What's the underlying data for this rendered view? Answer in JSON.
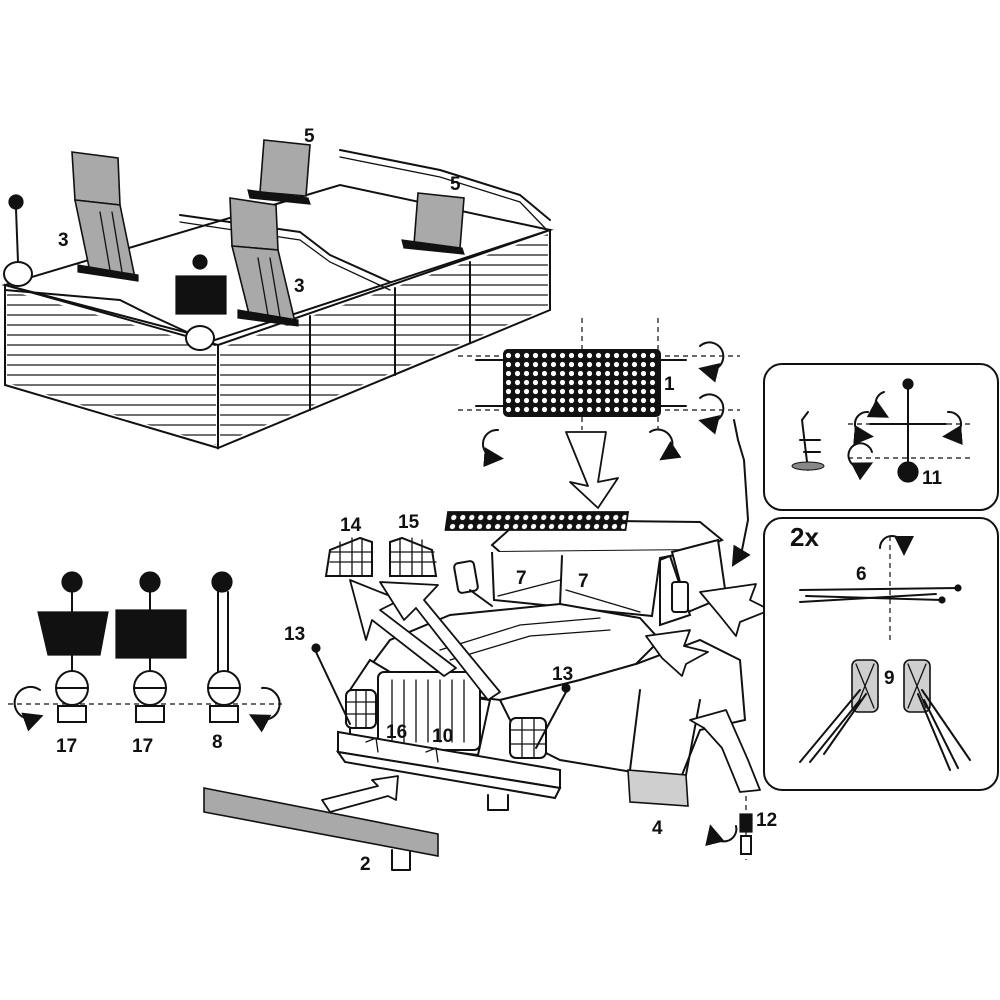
{
  "labels": {
    "l1": "1",
    "l2": "2",
    "l3a": "3",
    "l3b": "3",
    "l4": "4",
    "l5a": "5",
    "l5b": "5",
    "l6": "6",
    "l7a": "7",
    "l7b": "7",
    "l8": "8",
    "l9": "9",
    "l10": "10",
    "l11": "11",
    "l12": "12",
    "l13a": "13",
    "l13b": "13",
    "l14": "14",
    "l15": "15",
    "l16": "16",
    "l17a": "17",
    "l17b": "17",
    "count_2x": "2x"
  },
  "colors": {
    "ink": "#111111",
    "part_gray": "#a9a9a9",
    "light_gray": "#cfcfcf",
    "background": "#ffffff"
  }
}
